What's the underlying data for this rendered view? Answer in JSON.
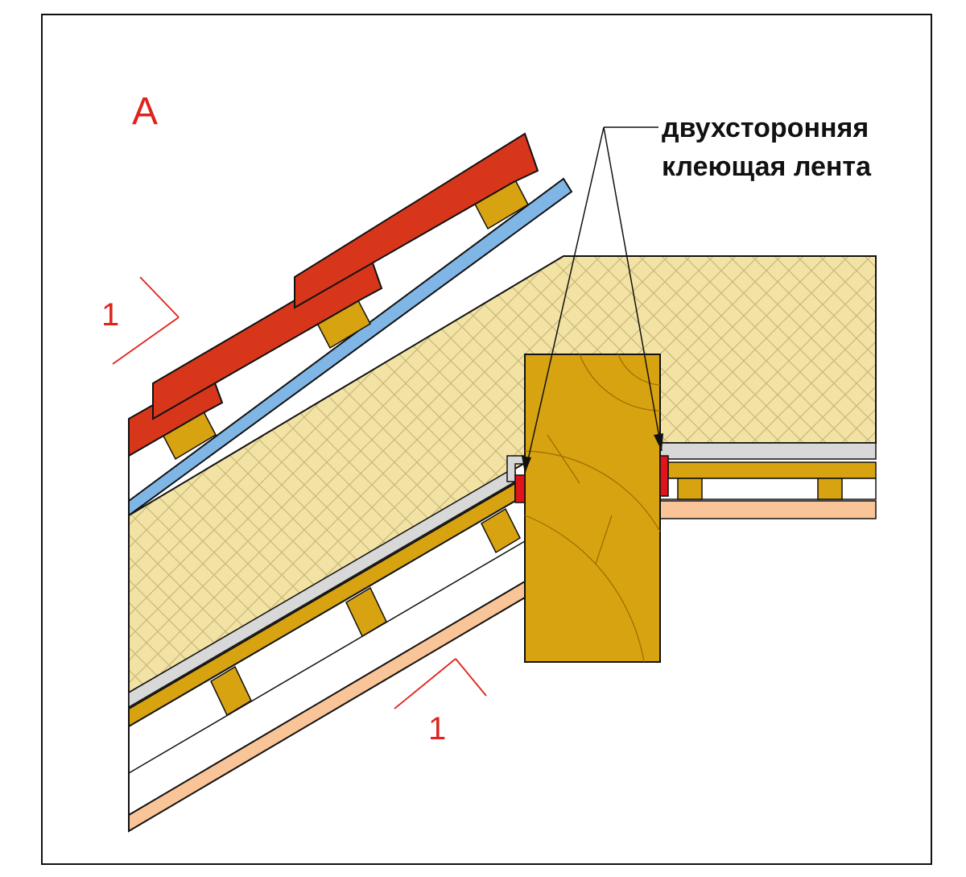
{
  "section_label": "A",
  "callout": {
    "line1": "двухсторонняя",
    "line2": "клеющая лента"
  },
  "section_marks": {
    "upper": "1",
    "lower": "1"
  },
  "colors": {
    "insulation": "#f2e3a4",
    "insulation_grid": "#c9b87a",
    "wood": "#d8a310",
    "wood_dark": "#9a6c00",
    "membrane_blue": "#7fb6e6",
    "tile_red": "#d8361b",
    "tape_red": "#e0141b",
    "finish_board": "#f9c497",
    "vapor_barrier": "#d8d8d8",
    "annotation_red": "#e0231c"
  }
}
